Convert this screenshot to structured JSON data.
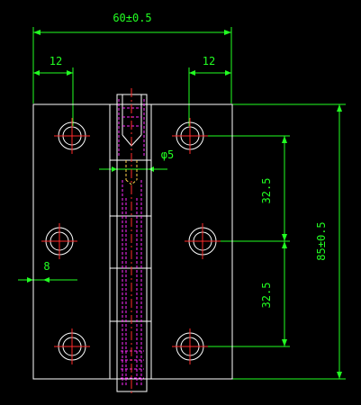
{
  "drawing": {
    "colors": {
      "background": "#000000",
      "outline": "#ffffff",
      "dimension": "#22ff22",
      "centerline": "#ff2a2a",
      "hidden": "#ff2aff",
      "hidden_alt": "#ffd24a"
    },
    "dimensions": {
      "overall_width": "60±0.5",
      "left_offset": "12",
      "right_offset": "12",
      "pin_diameter": "φ5",
      "hole_pitch_upper": "32.5",
      "hole_pitch_lower": "32.5",
      "overall_height": "85±0.5",
      "hole_edge": "8"
    }
  }
}
